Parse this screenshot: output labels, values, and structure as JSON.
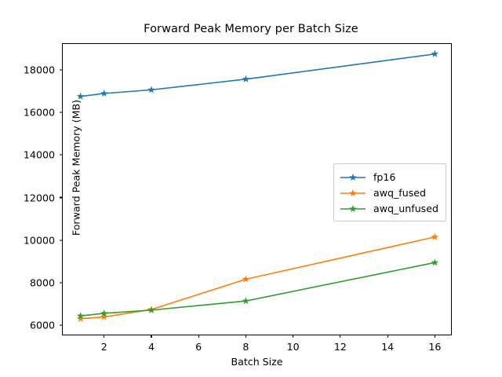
{
  "chart_data": {
    "type": "line",
    "title": "Forward Peak Memory per Batch Size",
    "xlabel": "Batch Size",
    "ylabel": "Forward Peak Memory (MB)",
    "x": [
      1,
      2,
      4,
      8,
      16
    ],
    "xlim": [
      0.25,
      16.75
    ],
    "ylim": [
      5500,
      19200
    ],
    "xticks": [
      2,
      4,
      6,
      8,
      10,
      12,
      14,
      16
    ],
    "xticklabels": [
      "2",
      "4",
      "6",
      "8",
      "10",
      "12",
      "14",
      "16"
    ],
    "yticks": [
      6000,
      8000,
      10000,
      12000,
      14000,
      16000,
      18000
    ],
    "yticklabels": [
      "6000",
      "8000",
      "10000",
      "12000",
      "14000",
      "16000",
      "18000"
    ],
    "grid": false,
    "marker": "star",
    "legend_position": "center right",
    "series": [
      {
        "name": "fp16",
        "color": "#1f77b4",
        "values": [
          16740,
          16880,
          17050,
          17550,
          18730
        ]
      },
      {
        "name": "awq_fused",
        "color": "#ff7f0e",
        "values": [
          6320,
          6400,
          6750,
          8170,
          10150
        ]
      },
      {
        "name": "awq_unfused",
        "color": "#2ca02c",
        "values": [
          6450,
          6570,
          6720,
          7150,
          8950
        ]
      }
    ]
  }
}
